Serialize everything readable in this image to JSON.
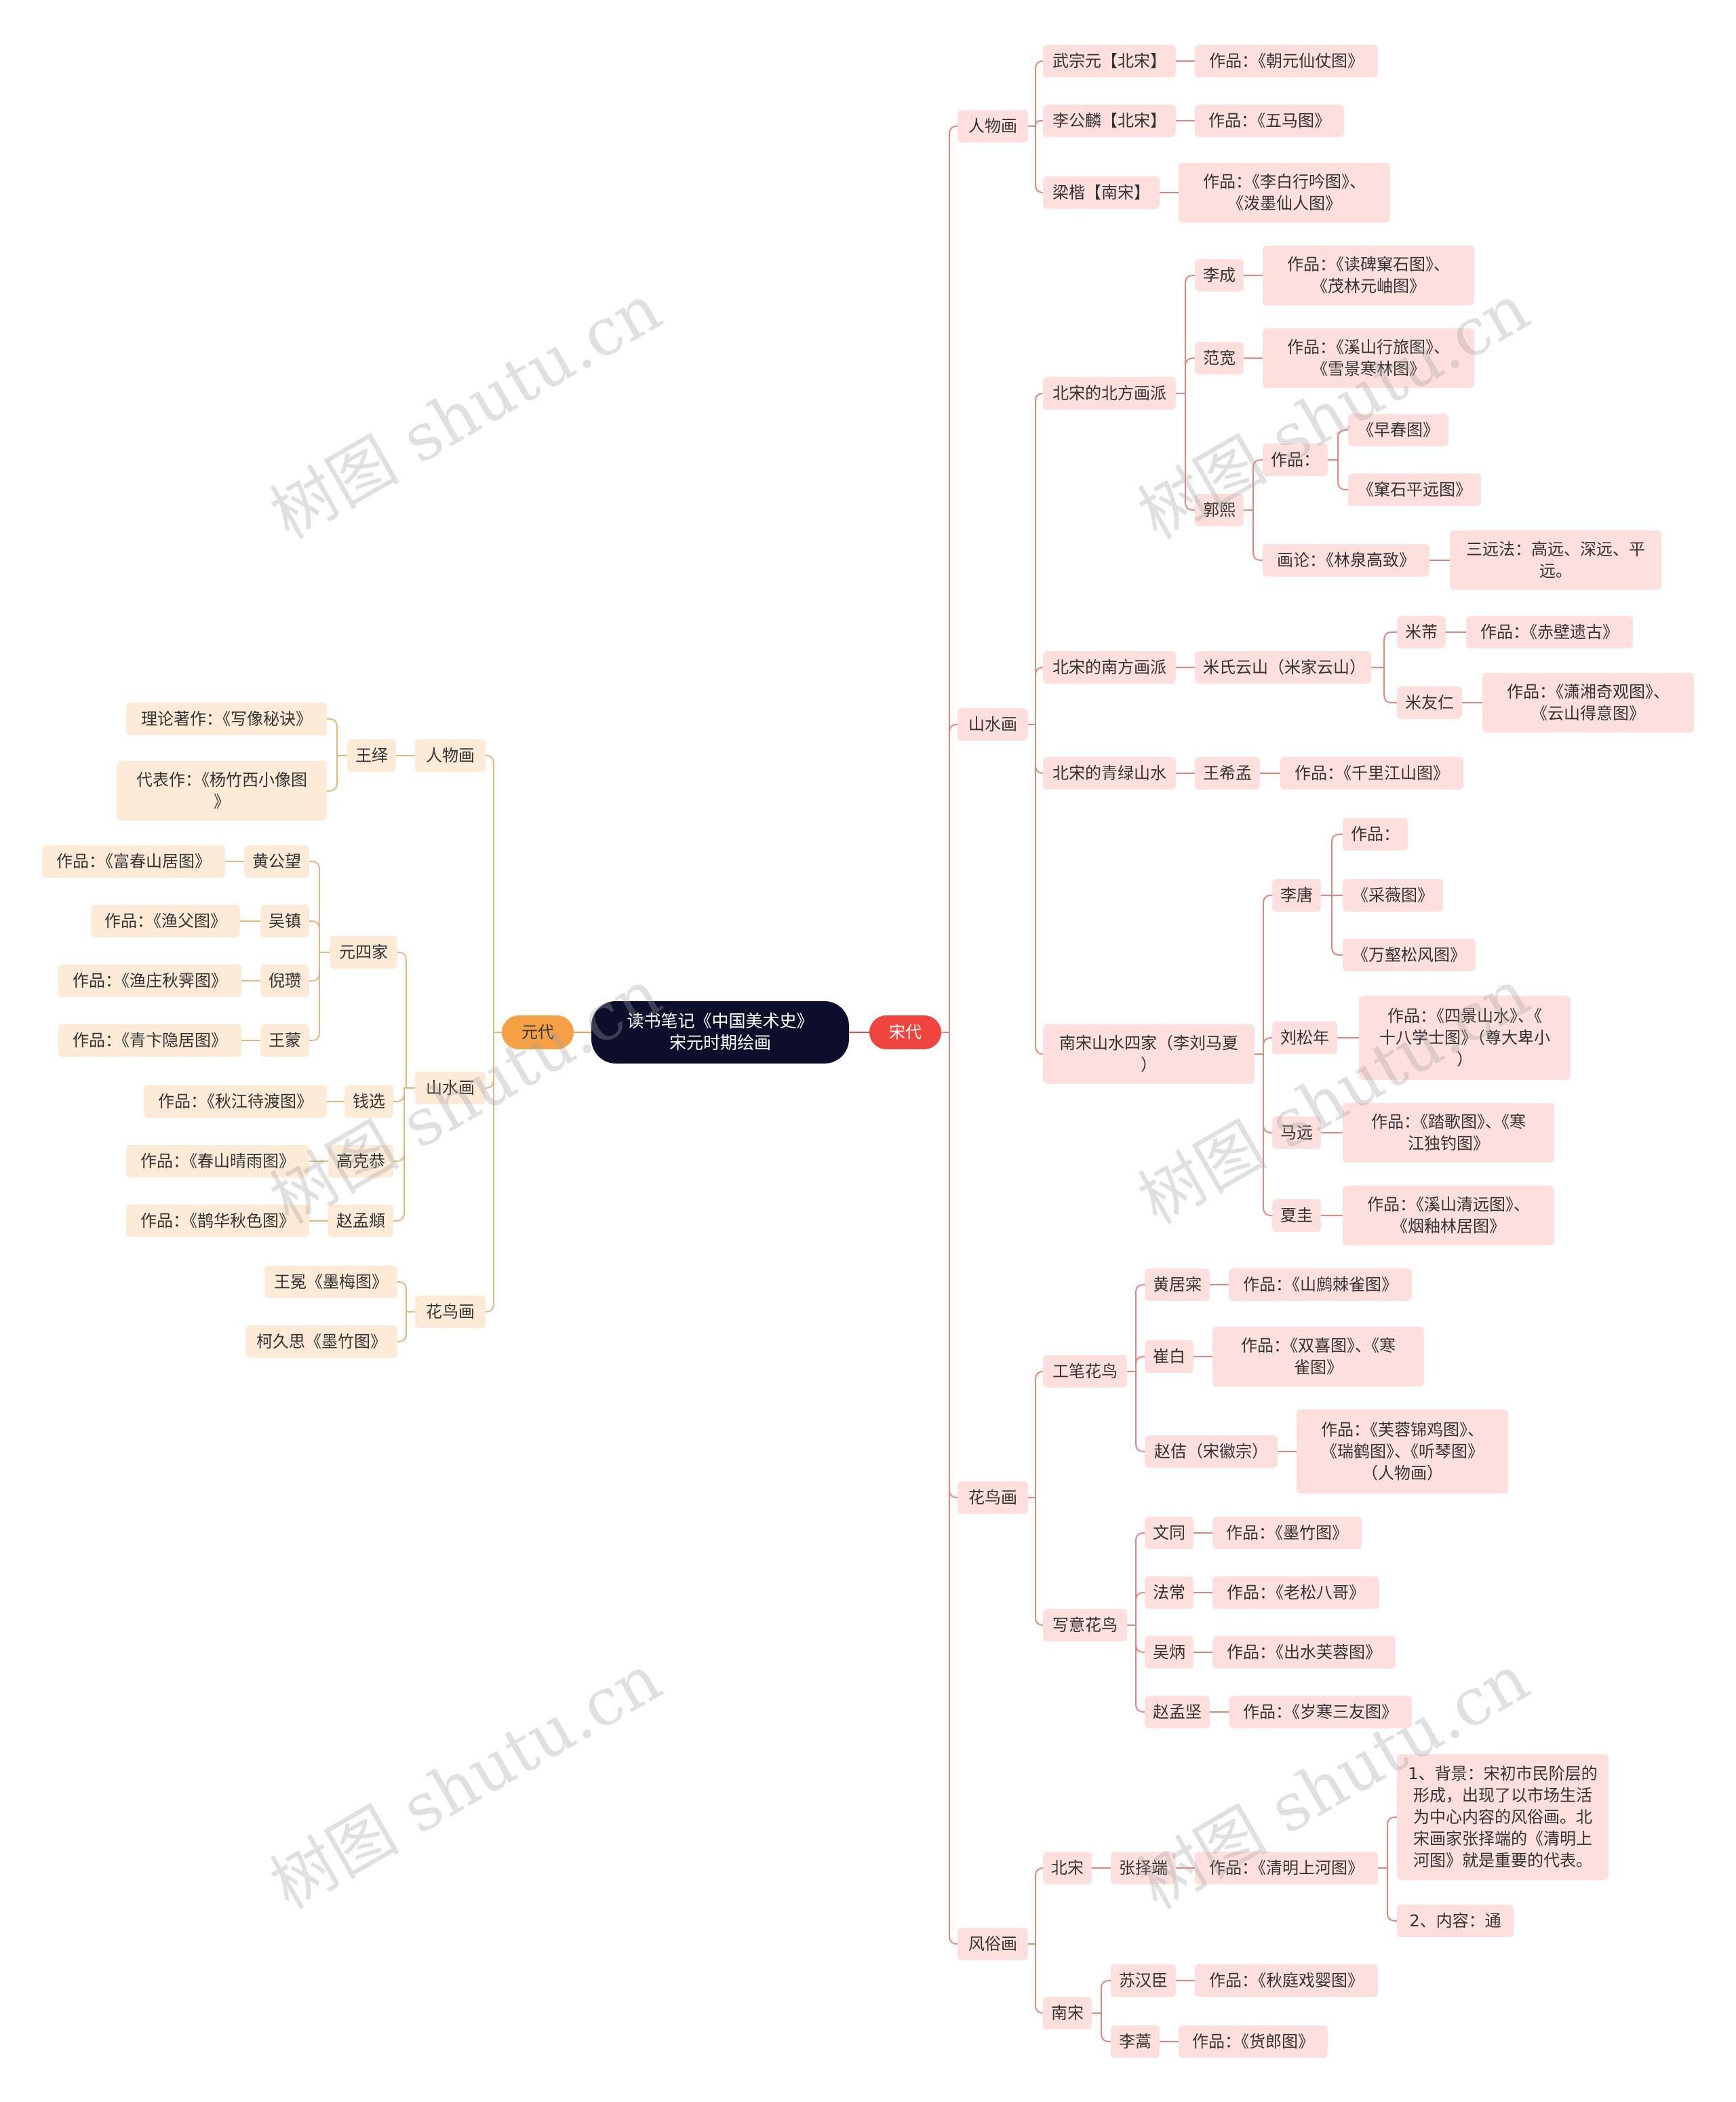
{
  "watermark": "树图 shutu.cn",
  "colors": {
    "root_bg": "#0d0e2b",
    "song_bg": "#f0453e",
    "yuan_bg": "#f5a045",
    "song_node_bg": "#fde0de",
    "yuan_node_bg": "#fdebd8",
    "song_line": "#e8837c",
    "yuan_line": "#e8b57a"
  },
  "root": {
    "label": "读书笔记《中国美术史》\n宋元时期绘画"
  },
  "song": {
    "label": "宋代",
    "renwu": {
      "label": "人物画",
      "wzy": "武宗元【北宋】",
      "wzy_w": "作品：《朝元仙仗图》",
      "lgl": "李公麟【北宋】",
      "lgl_w": "作品：《五马图》",
      "lk": "梁楷【南宋】",
      "lk_w": "作品：《李白行吟图》、\n《泼墨仙人图》"
    },
    "shanshui": {
      "label": "山水画",
      "bei": {
        "label": "北宋的北方画派",
        "lc": "李成",
        "lc_w": "作品：《读碑窠石图》、\n《茂林元岫图》",
        "fk": "范宽",
        "fk_w": "作品：《溪山行旅图》、\n《雪景寒林图》",
        "gx": "郭熙",
        "gx_zp": "作品：",
        "gx_z1": "《早春图》",
        "gx_z2": "《窠石平远图》",
        "gx_hl": "画论：《林泉高致》",
        "gx_sy": "三远法：高远、深远、平\n远。"
      },
      "nan": {
        "label": "北宋的南方画派",
        "mi": "米氏云山（米家云山）",
        "mf": "米芾",
        "mf_w": "作品：《赤壁遗古》",
        "myr": "米友仁",
        "myr_w": "作品：《潇湘奇观图》、\n《云山得意图》"
      },
      "qinglv": {
        "label": "北宋的青绿山水",
        "wxm": "王希孟",
        "wxm_w": "作品：《千里江山图》"
      },
      "sijia": {
        "label": "南宋山水四家（李刘马夏\n）",
        "lt": "李唐",
        "lt_zp": "作品：",
        "lt_1": "《采薇图》",
        "lt_2": "《万壑松风图》",
        "lsn": "刘松年",
        "lsn_w": "作品：《四景山水》、《\n十八学士图》（尊大卑小\n）",
        "my": "马远",
        "my_w": "作品：《踏歌图》、《寒\n江独钓图》",
        "xg": "夏圭",
        "xg_w": "作品：《溪山清远图》、\n《烟釉林居图》"
      }
    },
    "huaniao": {
      "label": "花鸟画",
      "gongbi": {
        "label": "工笔花鸟",
        "hjc": "黄居寀",
        "hjc_w": "作品：《山鹧棘雀图》",
        "cb": "崔白",
        "cb_w": "作品：《双喜图》、《寒\n雀图》",
        "zj": "赵佶（宋徽宗）",
        "zj_w": "作品：《芙蓉锦鸡图》、\n《瑞鹤图》、《听琴图》\n（人物画）"
      },
      "xieyi": {
        "label": "写意花鸟",
        "wt": "文同",
        "wt_w": "作品：《墨竹图》",
        "fc": "法常",
        "fc_w": "作品：《老松八哥》",
        "wb": "吴炳",
        "wb_w": "作品：《出水芙蓉图》",
        "zmj": "赵孟坚",
        "zmj_w": "作品：《岁寒三友图》"
      }
    },
    "fengsu": {
      "label": "风俗画",
      "bs": "北宋",
      "zzd": "张择端",
      "zzd_w": "作品：《清明上河图》",
      "bj": "1、背景：宋初市民阶层的\n形成，出现了以市场生活\n为中心内容的风俗画。北\n宋画家张择端的《清明上\n河图》就是重要的代表。",
      "nr": "2、内容：通",
      "ns": "南宋",
      "shc": "苏汉臣",
      "shc_w": "作品：《秋庭戏婴图》",
      "ls": "李蒿",
      "ls_w": "作品：《货郎图》"
    }
  },
  "yuan": {
    "label": "元代",
    "renwu": {
      "label": "人物画",
      "wy": "王绎",
      "ll": "理论著作：《写像秘诀》",
      "dbz": "代表作：《杨竹西小像图\n》"
    },
    "shanshui": {
      "label": "山水画",
      "sj": "元四家",
      "hgw": "黄公望",
      "hgw_w": "作品：《富春山居图》",
      "wz": "吴镇",
      "wz_w": "作品：《渔父图》",
      "nz": "倪瓒",
      "nz_w": "作品：《渔庄秋霁图》",
      "wm": "王蒙",
      "wm_w": "作品：《青卞隐居图》",
      "qx": "钱选",
      "qx_w": "作品：《秋江待渡图》",
      "gkg": "高克恭",
      "gkg_w": "作品：《春山晴雨图》",
      "zmf": "赵孟頫",
      "zmf_w": "作品：《鹊华秋色图》"
    },
    "huaniao": {
      "label": "花鸟画",
      "wmi": "王冕《墨梅图》",
      "kjs": "柯久思《墨竹图》"
    }
  }
}
